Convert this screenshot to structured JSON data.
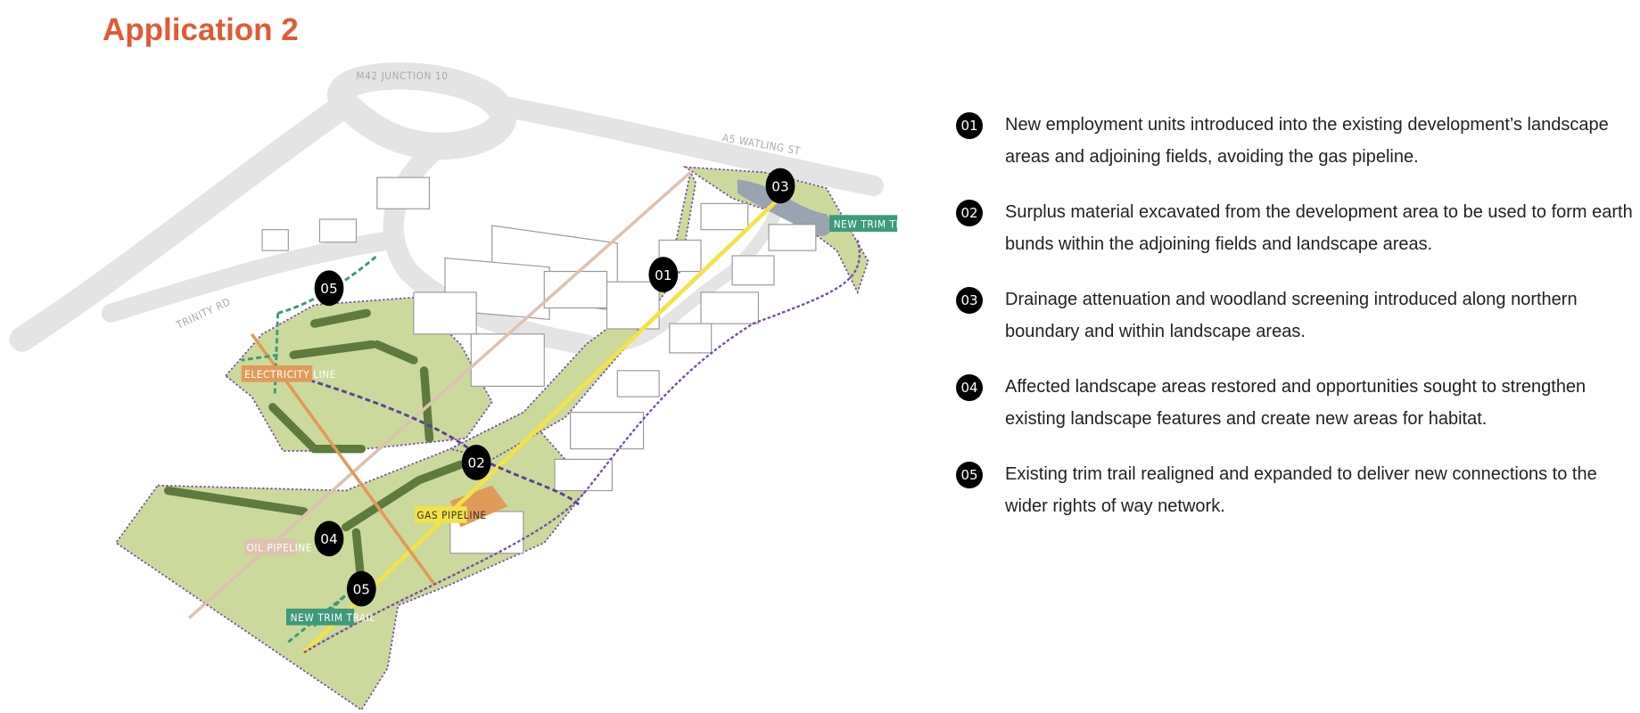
{
  "title": "Application 2",
  "map": {
    "road_labels": {
      "m42": "M42 JUNCTION 10",
      "a5": "A5 WATLING ST",
      "trinity": "TRINITY RD"
    },
    "feature_labels": {
      "trim_trail_north": "NEW TRIM TRAIL",
      "trim_trail_south": "NEW TRIM TRAIL",
      "electricity": "ELECTRICITY LINE",
      "gas": "GAS PIPELINE",
      "oil": "OIL PIPELINE"
    },
    "markers": [
      "01",
      "02",
      "03",
      "04",
      "05",
      "05"
    ],
    "colors": {
      "field": "#cbd99c",
      "road": "#e4e4e4",
      "trail": "#3d9a7a",
      "boundary": "#7a4fa0",
      "yellow": "#f4e24a",
      "orange": "#e09a5a",
      "oil": "#dcc3b0"
    }
  },
  "legend": [
    {
      "num": "01",
      "text": "New employment units introduced into the existing development’s landscape areas and adjoining fields, avoiding the gas pipeline."
    },
    {
      "num": "02",
      "text": "Surplus material excavated from the development area to be used to form earth bunds within the adjoining fields and landscape areas."
    },
    {
      "num": "03",
      "text": "Drainage attenuation and woodland screening introduced along northern boundary and within landscape areas."
    },
    {
      "num": "04",
      "text": "Affected landscape areas restored and opportunities sought to strengthen existing landscape features and create new areas for habitat."
    },
    {
      "num": "05",
      "text": "Existing trim trail realigned and expanded to deliver new connections to the wider rights of way network."
    }
  ]
}
